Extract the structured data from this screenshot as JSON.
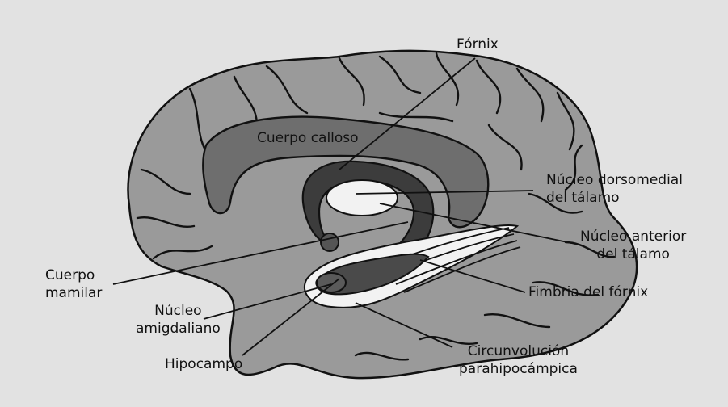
{
  "labels": {
    "fornix": "Fórnix",
    "cuerpo_calloso": "Cuerpo calloso",
    "nucleo_dorsomedial": [
      "Núcleo dorsomedial",
      "del tálamo"
    ],
    "nucleo_anterior": [
      "Núcleo anterior",
      "del tálamo"
    ],
    "cuerpo_mamilar": [
      "Cuerpo",
      "mamilar"
    ],
    "fimbria": "Fimbria del fórnix",
    "nucleo_amigdaliano": [
      "Núcleo",
      "amigdaliano"
    ],
    "hipocampo": "Hipocampo",
    "circunvolucion": [
      "Circunvolución",
      "parahipocámpica"
    ]
  },
  "colors": {
    "background": "#e2e2e2",
    "brain": "#9a9a9a",
    "corpus_callosum": "#6e6e6e",
    "dark_structure": "#3c3c3c",
    "light_structure": "#f2f2f2",
    "outline": "#111111"
  }
}
